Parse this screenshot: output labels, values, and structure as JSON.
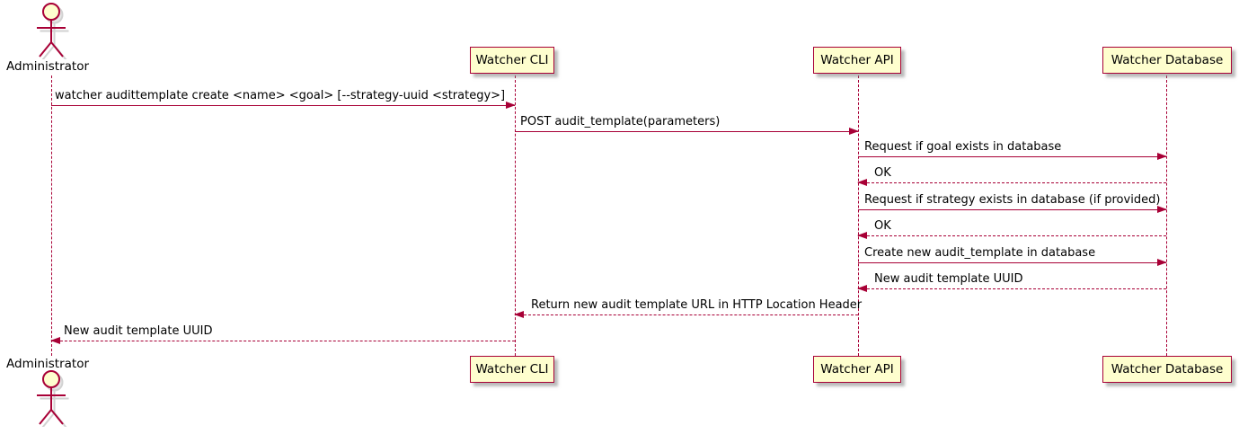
{
  "diagram": {
    "type": "uml-sequence",
    "actor": {
      "name": "Administrator"
    },
    "participants": [
      {
        "label": "Watcher CLI"
      },
      {
        "label": "Watcher API"
      },
      {
        "label": "Watcher Database"
      }
    ],
    "messages": [
      {
        "text": "watcher audittemplate create <name> <goal> [--strategy-uuid <strategy>]",
        "from": "Administrator",
        "to": "Watcher CLI",
        "style": "solid"
      },
      {
        "text": "POST audit_template(parameters)",
        "from": "Watcher CLI",
        "to": "Watcher API",
        "style": "solid"
      },
      {
        "text": "Request if goal exists in database",
        "from": "Watcher API",
        "to": "Watcher Database",
        "style": "solid"
      },
      {
        "text": "OK",
        "from": "Watcher Database",
        "to": "Watcher API",
        "style": "dashed"
      },
      {
        "text": "Request if strategy exists in database (if provided)",
        "from": "Watcher API",
        "to": "Watcher Database",
        "style": "solid"
      },
      {
        "text": "OK",
        "from": "Watcher Database",
        "to": "Watcher API",
        "style": "dashed"
      },
      {
        "text": "Create new audit_template in database",
        "from": "Watcher API",
        "to": "Watcher Database",
        "style": "solid"
      },
      {
        "text": "New audit template UUID",
        "from": "Watcher Database",
        "to": "Watcher API",
        "style": "dashed"
      },
      {
        "text": "Return new audit template URL in HTTP Location Header",
        "from": "Watcher API",
        "to": "Watcher CLI",
        "style": "dashed"
      },
      {
        "text": "New audit template UUID",
        "from": "Watcher CLI",
        "to": "Administrator",
        "style": "dashed"
      }
    ],
    "colors": {
      "accent": "#A80036",
      "participant_fill": "#FEFECE",
      "text": "#000000",
      "background": "#FFFFFF"
    }
  }
}
